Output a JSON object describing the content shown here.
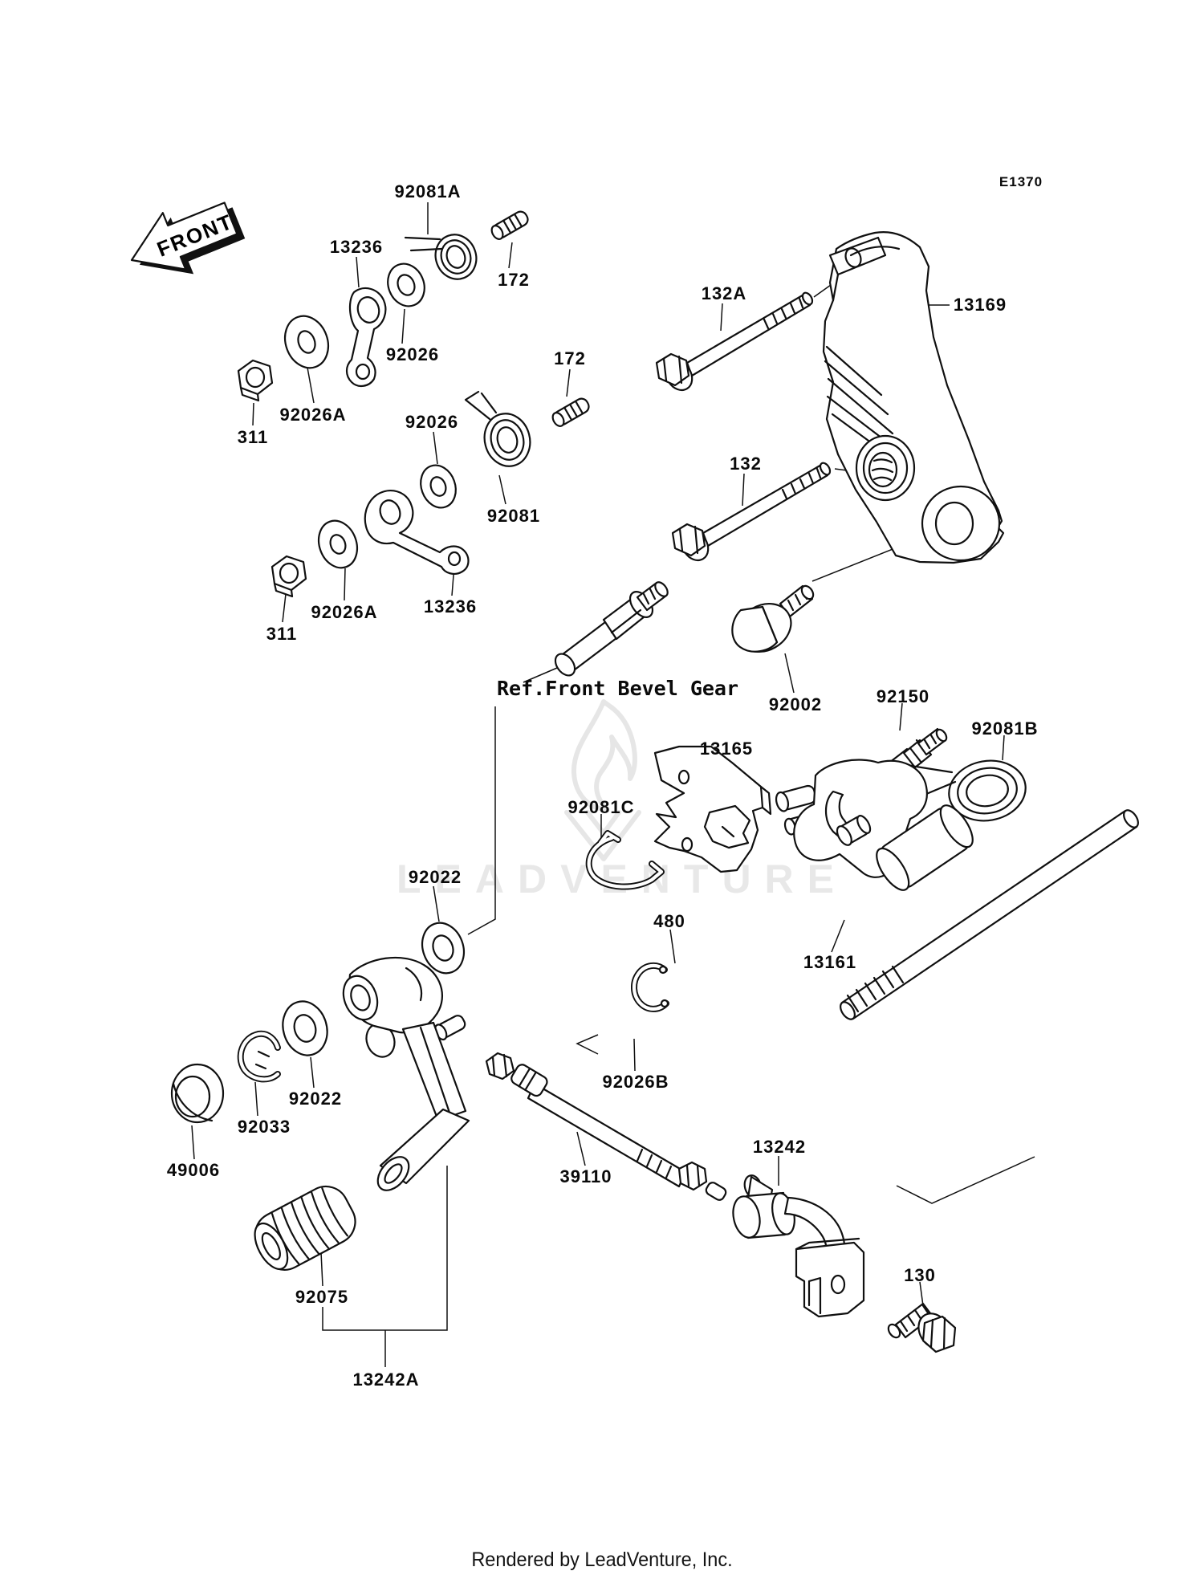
{
  "doc": {
    "code": "E1370",
    "front": "FRONT",
    "ref_note": "Ref.Front Bevel Gear",
    "watermark": "LEADVENTURE",
    "footer": "Rendered by LeadVenture, Inc."
  },
  "colors": {
    "line": "#101010",
    "watermark": "#e8e8e8",
    "background": "#ffffff"
  },
  "parts": [
    "92081A",
    "13236",
    "172",
    "132A",
    "13169",
    "92026",
    "92026A",
    "311",
    "92026",
    "172",
    "132",
    "92081",
    "13236",
    "92026A",
    "311",
    "92002",
    "92150",
    "92081B",
    "13165",
    "92081C",
    "92022",
    "480",
    "13161",
    "92026B",
    "92022",
    "92033",
    "39110",
    "13242",
    "49006",
    "92075",
    "13242A",
    "130"
  ]
}
